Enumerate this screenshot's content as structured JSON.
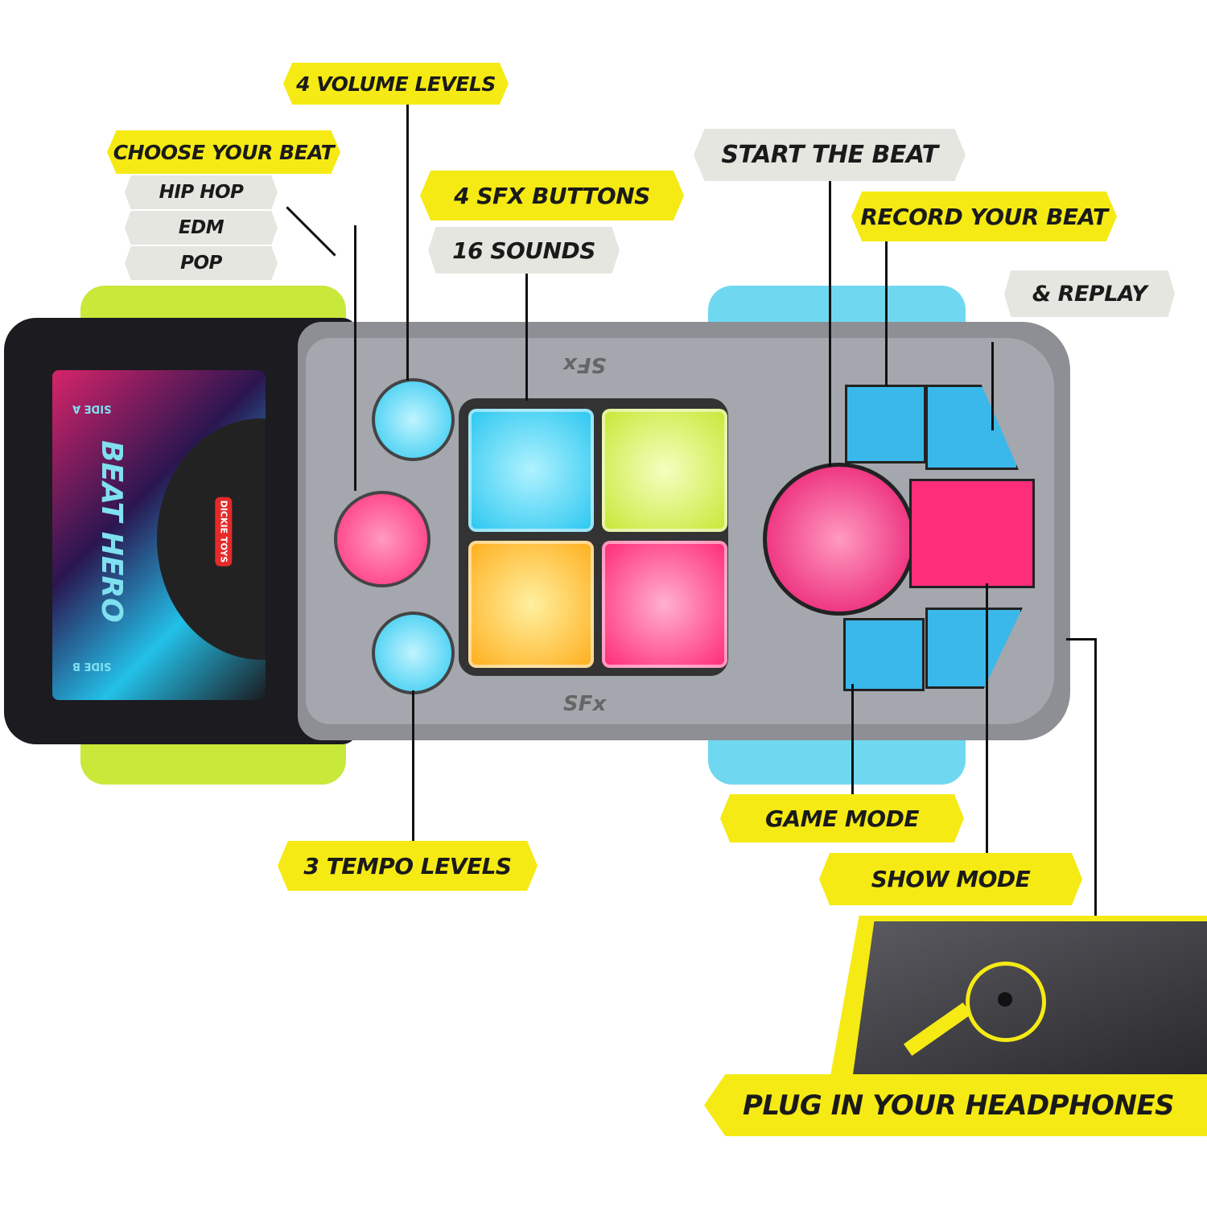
{
  "labels": {
    "volume": "4 VOLUME LEVELS",
    "choose_beat": "CHOOSE YOUR BEAT",
    "beats": [
      "HIP HOP",
      "EDM",
      "POP"
    ],
    "sfx_buttons": "4 SFX BUTTONS",
    "sounds": "16 SOUNDS",
    "start_beat": "START THE BEAT",
    "record": "RECORD YOUR BEAT",
    "replay": "& REPLAY",
    "game_mode": "GAME MODE",
    "tempo": "3 TEMPO LEVELS",
    "show_mode": "SHOW MODE",
    "headphones": "PLUG IN YOUR HEADPHONES"
  },
  "product": {
    "screen_side_a": "SIDE A",
    "screen_side_b": "SIDE B",
    "screen_title": "BEAT HERO",
    "brand_logo": "DICKIE TOYS",
    "sfx_mark_top": "SFx",
    "sfx_mark_bottom": "SFx"
  },
  "colors": {
    "label_yellow": "#f5ea14",
    "label_gray": "#e6e6e0",
    "pad_cyan": "#2ec8f0",
    "pad_lime": "#c8e83a",
    "pad_orange": "#ffb020",
    "pad_pink": "#ff2d7a"
  }
}
